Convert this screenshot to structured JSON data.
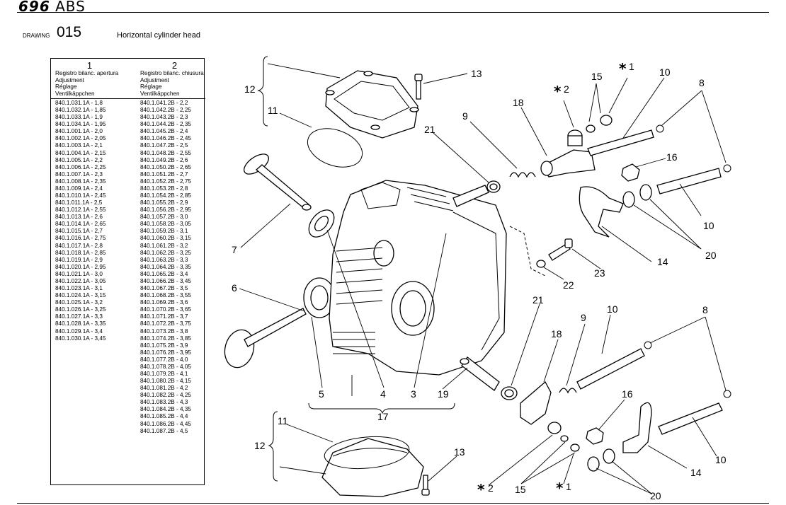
{
  "header": {
    "model_code": "696",
    "model_suffix": "ABS"
  },
  "drawing": {
    "label": "DRAWING",
    "number": "015",
    "title": "Horizontal cylinder head"
  },
  "table": {
    "col1": {
      "number": "1",
      "heading": [
        "Registro bilanc. apertura",
        "Adjustment",
        "Réglage",
        "Ventilkäppchen"
      ],
      "rows": [
        "840.1.031.1A - 1,8",
        "840.1.032.1A - 1,85",
        "840.1.033.1A - 1,9",
        "840.1.034.1A - 1,95",
        "840.1.001.1A - 2,0",
        "840.1.002.1A - 2,05",
        "840.1.003.1A - 2,1",
        "840.1.004.1A - 2,15",
        "840.1.005.1A - 2,2",
        "840.1.006.1A - 2,25",
        "840.1.007.1A - 2,3",
        "840.1.008.1A - 2,35",
        "840.1.009.1A - 2,4",
        "840.1.010.1A - 2,45",
        "840.1.011.1A - 2,5",
        "840.1.012.1A - 2,55",
        "840.1.013.1A - 2,6",
        "840.1.014.1A - 2,65",
        "840.1.015.1A - 2,7",
        "840.1.016.1A - 2,75",
        "840.1.017.1A - 2,8",
        "840.1.018.1A - 2,85",
        "840.1.019.1A - 2,9",
        "840.1.020.1A - 2,95",
        "840.1.021.1A - 3,0",
        "840.1.022.1A - 3,05",
        "840.1.023.1A - 3,1",
        "840.1.024.1A - 3,15",
        "840.1.025.1A - 3,2",
        "840.1.026.1A - 3,25",
        "840.1.027.1A - 3,3",
        "840.1.028.1A - 3,35",
        "840.1.029.1A - 3,4",
        "840.1.030.1A - 3,45"
      ]
    },
    "col2": {
      "number": "2",
      "heading": [
        "Registro bilanc. chiusura",
        "Adjustment",
        "Réglage",
        "Ventilkäppchen"
      ],
      "rows": [
        "840.1.041.2B - 2,2",
        "840.1.042.2B - 2,25",
        "840.1.043.2B - 2,3",
        "840.1.044.2B - 2,35",
        "840.1.045.2B - 2,4",
        "840.1.046.2B - 2,45",
        "840.1.047.2B - 2,5",
        "840.1.048.2B - 2,55",
        "840.1.049.2B - 2,6",
        "840.1.050.2B - 2,65",
        "840.1.051.2B - 2,7",
        "840.1.052.2B - 2,75",
        "840.1.053.2B - 2,8",
        "840.1.054.2B - 2,85",
        "840.1.055.2B - 2,9",
        "840.1.056.2B - 2,95",
        "840.1.057.2B - 3,0",
        "840.1.058.2B - 3,05",
        "840.1.059.2B - 3,1",
        "840.1.060.2B - 3,15",
        "840.1.061.2B - 3,2",
        "840.1.062.2B - 3,25",
        "840.1.063.2B - 3,3",
        "840.1.064.2B - 3,35",
        "840.1.065.2B - 3,4",
        "840.1.066.2B - 3,45",
        "840.1.067.2B - 3,5",
        "840.1.068.2B - 3,55",
        "840.1.069.2B - 3,6",
        "840.1.070.2B - 3,65",
        "840.1.071.2B - 3,7",
        "840.1.072.2B - 3,75",
        "840.1.073.2B - 3,8",
        "840.1.074.2B - 3,85",
        "840.1.075.2B - 3,9",
        "840.1.076.2B - 3,95",
        "840.1.077.2B - 4,0",
        "840.1.078.2B - 4,05",
        "840.1.079.2B - 4,1",
        "840.1.080.2B - 4,15",
        "840.1.081.2B - 4,2",
        "840.1.082.2B - 4,25",
        "840.1.083.2B - 4,3",
        "840.1.084.2B - 4,35",
        "840.1.085.2B - 4,4",
        "840.1.086.2B - 4,45",
        "840.1.087.2B - 4,5"
      ]
    }
  },
  "callouts": {
    "c1a": "1",
    "c1b": "1",
    "c2a": "2",
    "c2b": "2",
    "c3": "3",
    "c4": "4",
    "c5": "5",
    "c6": "6",
    "c7": "7",
    "c8a": "8",
    "c8b": "8",
    "c9a": "9",
    "c9b": "9",
    "c10a": "10",
    "c10b": "10",
    "c10c": "10",
    "c10d": "10",
    "c11a": "11",
    "c11b": "11",
    "c12a": "12",
    "c12b": "12",
    "c13a": "13",
    "c13b": "13",
    "c14a": "14",
    "c14b": "14",
    "c15a": "15",
    "c15b": "15",
    "c16a": "16",
    "c16b": "16",
    "c17": "17",
    "c18a": "18",
    "c18b": "18",
    "c19": "19",
    "c20a": "20",
    "c20b": "20",
    "c21a": "21",
    "c21b": "21",
    "c22": "22",
    "c23": "23",
    "star": "*"
  }
}
